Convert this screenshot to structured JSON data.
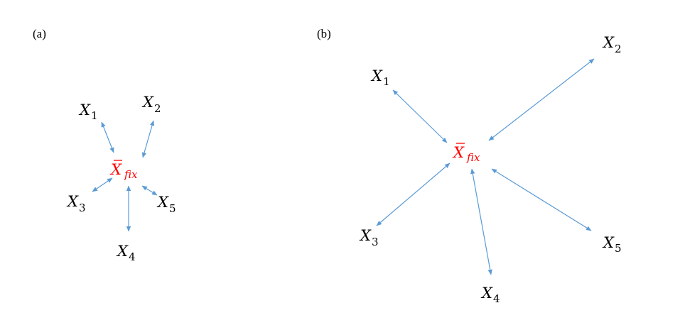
{
  "colors": {
    "arrow": "#5b9bd5",
    "center": "#ff0000",
    "text": "#000000"
  },
  "panels": [
    {
      "label": "(a)",
      "center": {
        "symbol": "X",
        "sub": "fix"
      },
      "nodes": [
        {
          "id": "x1",
          "symbol": "X",
          "sub": "1"
        },
        {
          "id": "x2",
          "symbol": "X",
          "sub": "2"
        },
        {
          "id": "x3",
          "symbol": "X",
          "sub": "3"
        },
        {
          "id": "x4",
          "symbol": "X",
          "sub": "4"
        },
        {
          "id": "x5",
          "symbol": "X",
          "sub": "5"
        }
      ]
    },
    {
      "label": "(b)",
      "center": {
        "symbol": "X",
        "sub": "fix"
      },
      "nodes": [
        {
          "id": "x1",
          "symbol": "X",
          "sub": "1"
        },
        {
          "id": "x2",
          "symbol": "X",
          "sub": "2"
        },
        {
          "id": "x3",
          "symbol": "X",
          "sub": "3"
        },
        {
          "id": "x4",
          "symbol": "X",
          "sub": "4"
        },
        {
          "id": "x5",
          "symbol": "X",
          "sub": "5"
        }
      ]
    }
  ]
}
